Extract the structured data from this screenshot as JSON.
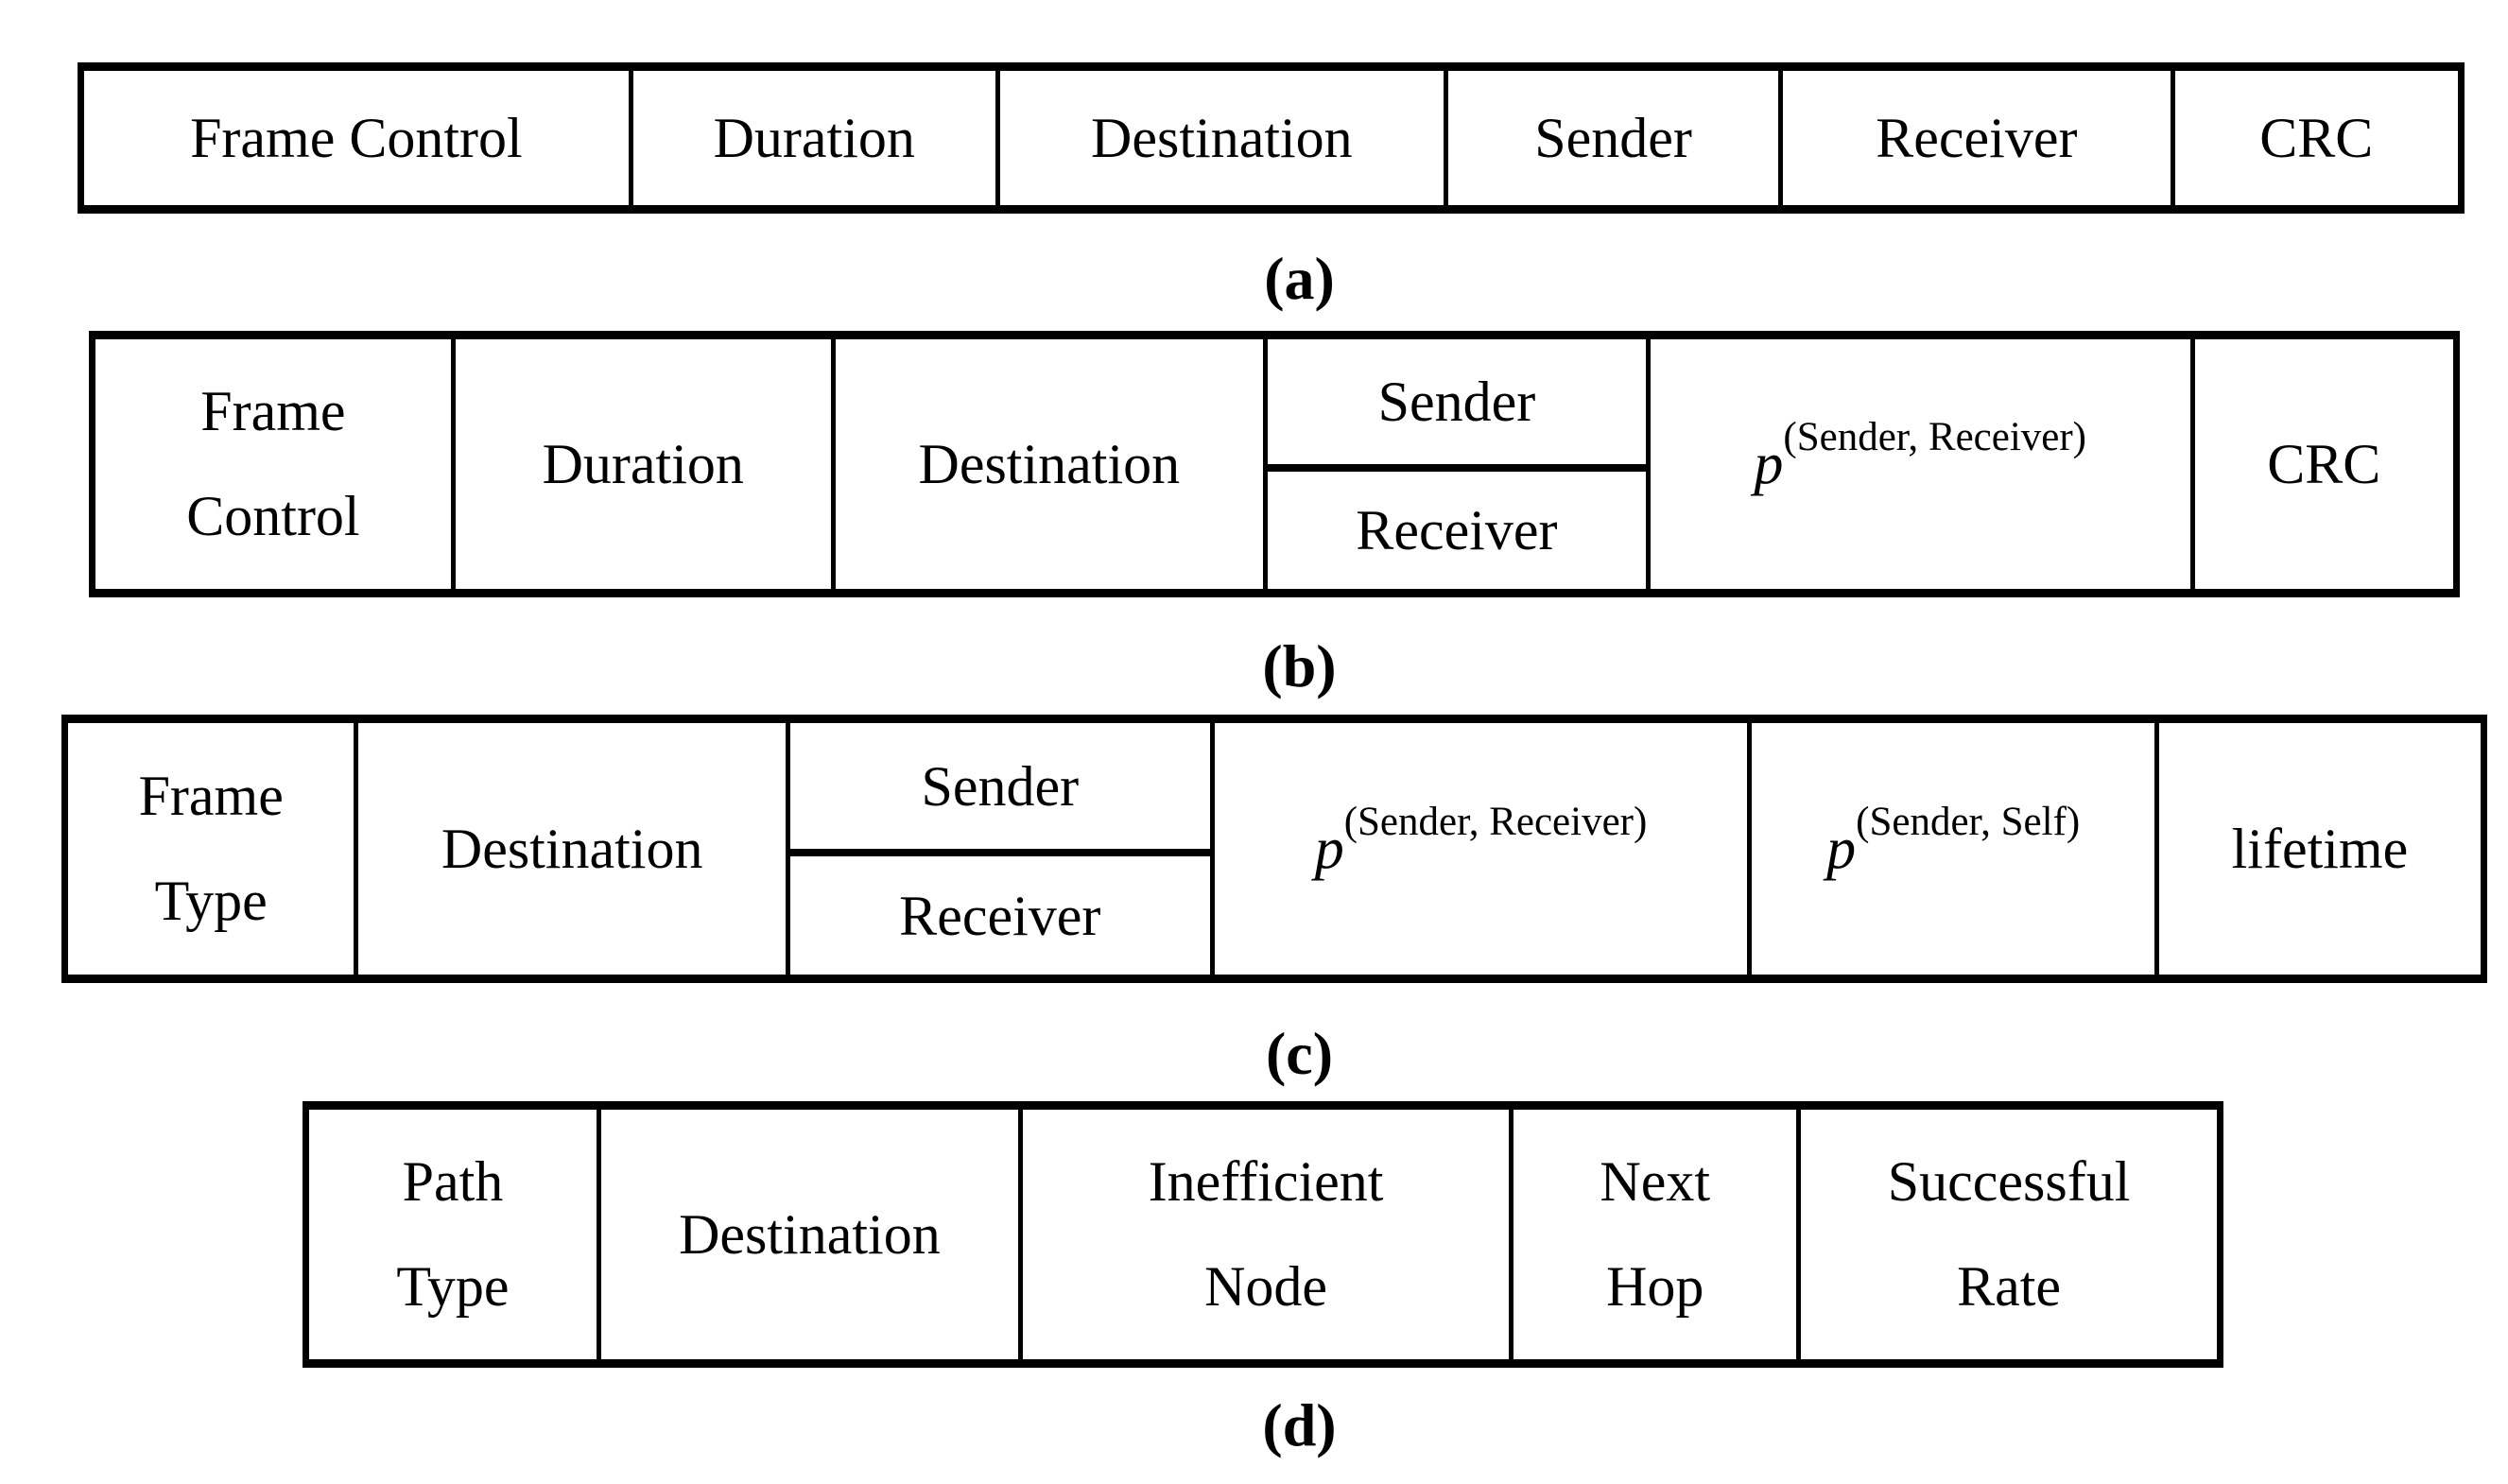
{
  "page": {
    "background_color": "#ffffff",
    "text_color": "#000000",
    "border_color": "#000000"
  },
  "diagrams": {
    "a": {
      "label": "(a)",
      "cells": [
        "Frame Control",
        "Duration",
        "Destination",
        "Sender",
        "Receiver",
        "CRC"
      ]
    },
    "b": {
      "label": "(b)",
      "frame_control_lines": [
        "Frame",
        "Control"
      ],
      "duration": "Duration",
      "destination": "Destination",
      "sender": "Sender",
      "receiver": "Receiver",
      "probability_sender_receiver": {
        "base": "p",
        "sup": "(Sender, Receiver)"
      },
      "crc": "CRC"
    },
    "c": {
      "label": "(c)",
      "frame_type_lines": [
        "Frame",
        "Type"
      ],
      "destination": "Destination",
      "sender": "Sender",
      "receiver": "Receiver",
      "probability_sender_receiver": {
        "base": "p",
        "sup": "(Sender, Receiver)"
      },
      "probability_sender_self": {
        "base": "p",
        "sup": "(Sender, Self)"
      },
      "lifetime": "lifetime"
    },
    "d": {
      "label": "(d)",
      "path_type_lines": [
        "Path",
        "Type"
      ],
      "destination": "Destination",
      "inefficient_node_lines": [
        "Inefficient",
        "Node"
      ],
      "next_hop_lines": [
        "Next",
        "Hop"
      ],
      "successful_rate_lines": [
        "Successful",
        "Rate"
      ]
    }
  }
}
